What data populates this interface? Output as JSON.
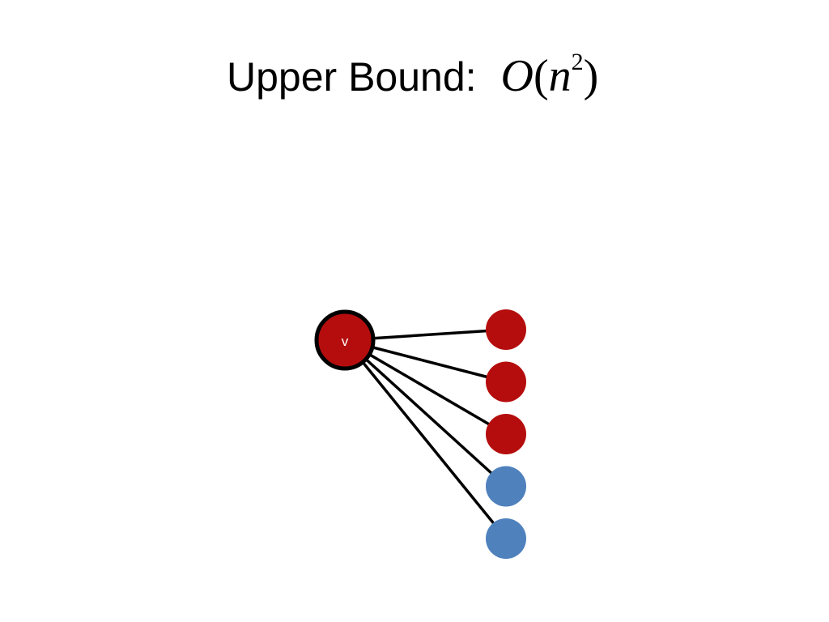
{
  "title": {
    "text": "Upper Bound:",
    "math_func": "O",
    "math_open": "(",
    "math_var": "n",
    "math_exp": "2",
    "math_close": ")"
  },
  "graph": {
    "source": {
      "label": "v",
      "color": "#b50d0d",
      "stroke": "#000000"
    },
    "neighbors": [
      {
        "color": "#b50d0d"
      },
      {
        "color": "#b50d0d"
      },
      {
        "color": "#b50d0d"
      },
      {
        "color": "#4f81bd"
      },
      {
        "color": "#4f81bd"
      }
    ],
    "edge_color": "#000000"
  }
}
